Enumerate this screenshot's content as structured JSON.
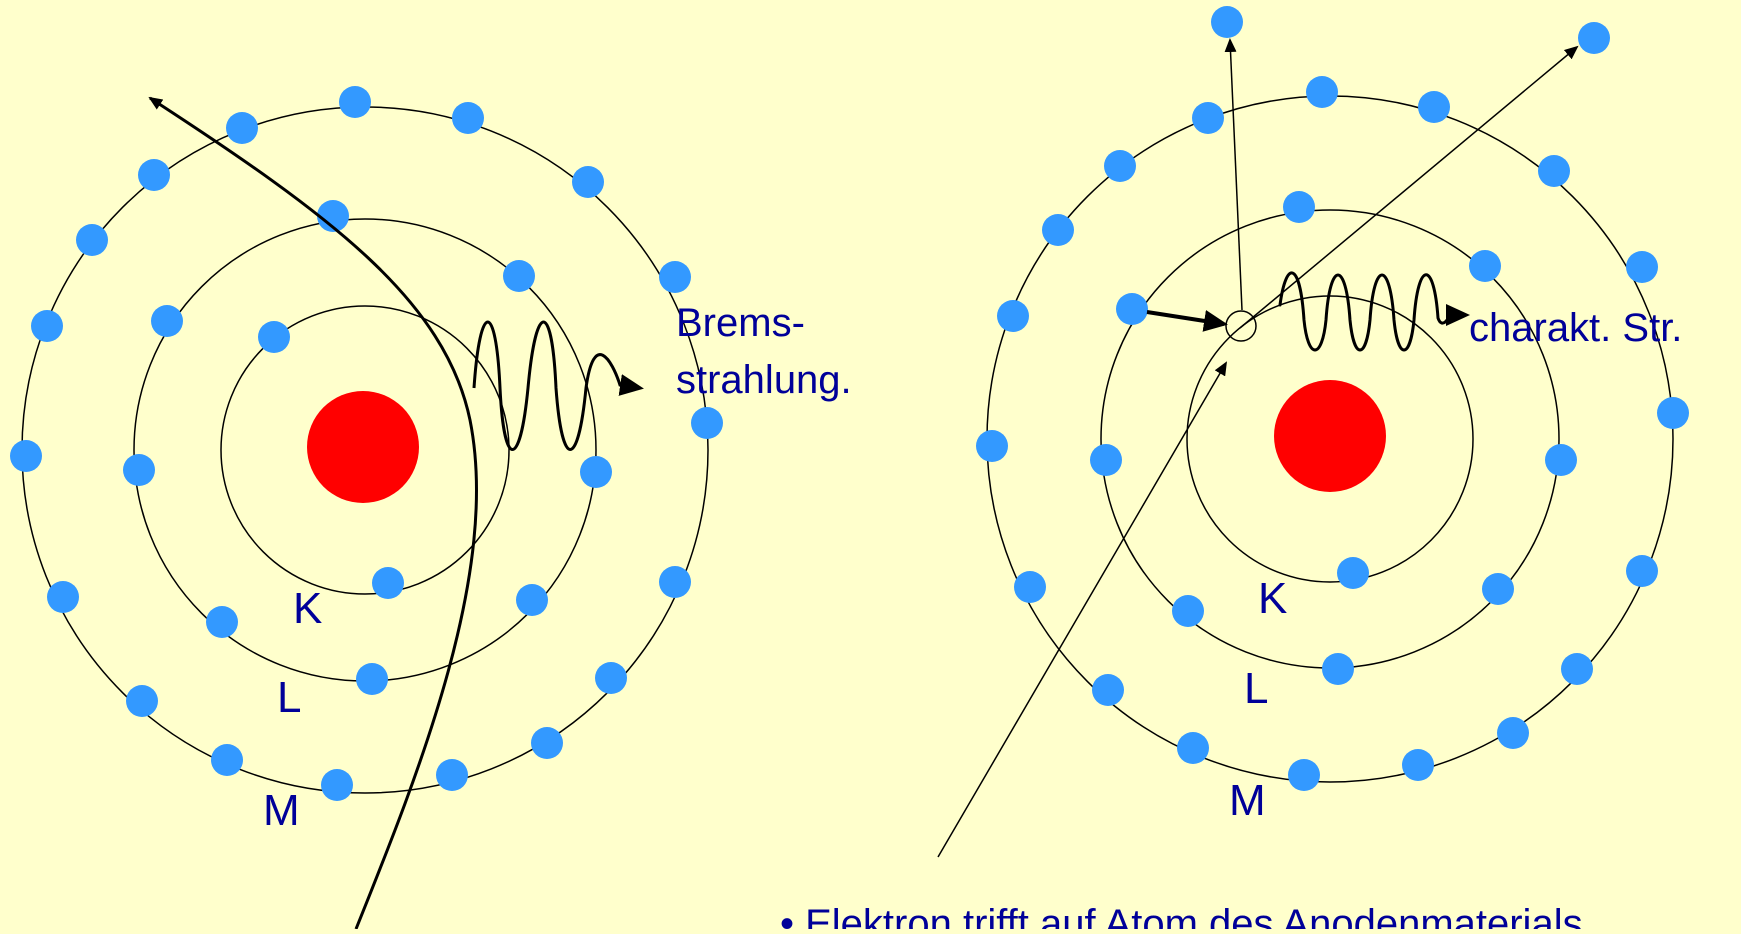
{
  "colors": {
    "background": "#ffffcc",
    "nucleus": "#ff0000",
    "electron": "#3399ff",
    "shell_line": "#000000",
    "label_text": "#000099"
  },
  "left_atom": {
    "shell_labels": {
      "k": "K",
      "l": "L",
      "m": "M"
    },
    "radiation_label": {
      "line1": "Brems-",
      "line2": "strahlung."
    }
  },
  "right_atom": {
    "shell_labels": {
      "k": "K",
      "l": "L",
      "m": "M"
    },
    "radiation_label": "charakt. Str."
  },
  "caption": "• Elektron trifft auf Atom des Anodenmaterials"
}
